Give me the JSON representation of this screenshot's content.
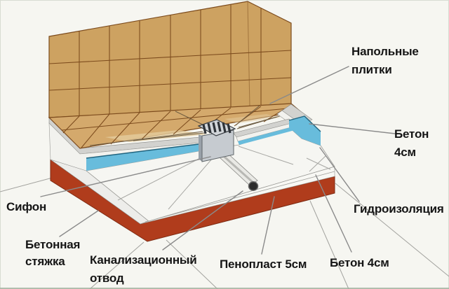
{
  "diagram": {
    "title": "Shower floor drain construction cutaway",
    "labels": {
      "floor_tiles": {
        "line1": "Напольные",
        "line2": "плитки"
      },
      "concrete_top": {
        "line1": "Бетон",
        "line2": "4см"
      },
      "waterproofing": {
        "text": "Гидроизоляция"
      },
      "concrete_bottom": {
        "text": "Бетон 4см"
      },
      "foam": {
        "text": "Пенопласт 5см"
      },
      "sewer_outlet": {
        "line1": "Канализационный",
        "line2": "отвод"
      },
      "siphon": {
        "text": "Сифон"
      },
      "screed": {
        "line1": "Бетонная",
        "line2": "стяжка"
      }
    },
    "colors": {
      "background": "#f6f6f1",
      "tile": "#cda261",
      "tile_floor": "#d4a96c",
      "grout": "#7c4b1d",
      "waterproofing_blue": "#68bcdc",
      "screed_red": "#b03c1c",
      "concrete_gray": "#d2d2cf",
      "metal_gray": "#c6cbd0",
      "leader_line": "#8a8a8a"
    }
  }
}
